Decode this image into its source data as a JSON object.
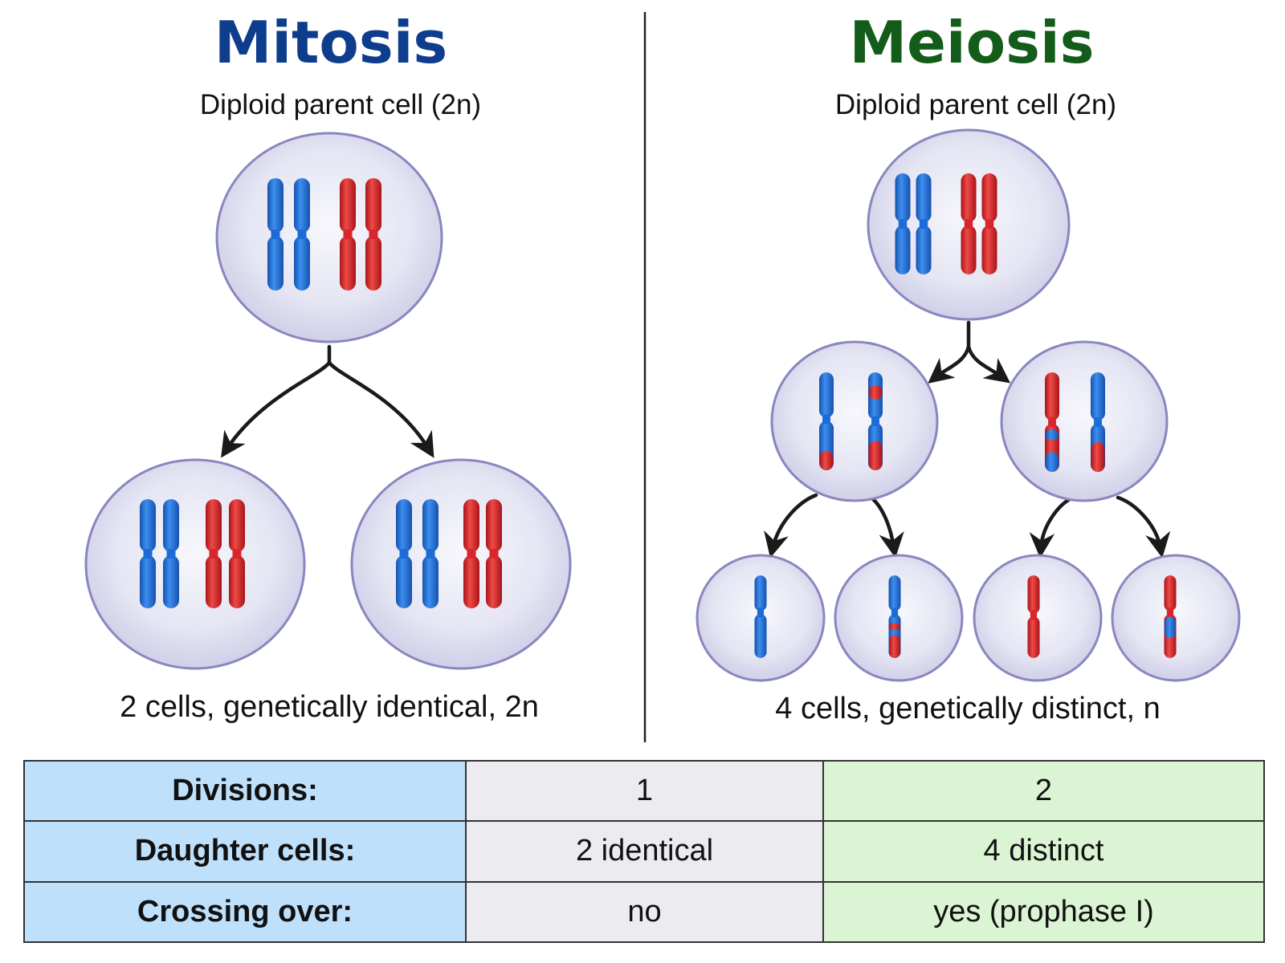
{
  "mitosis": {
    "title": "Mitosis",
    "subtitle": "Diploid parent cell (2n)",
    "caption": "2 cells, genetically identical, 2n"
  },
  "meiosis": {
    "title": "Meiosis",
    "subtitle": "Diploid parent cell (2n)",
    "caption": "4 cells, genetically distinct, n"
  },
  "colors": {
    "mitosis_title": "#0d3d8c",
    "meiosis_title": "#135c1a",
    "chromosome_blue": "#1d6bd6",
    "chromosome_red": "#d8262c",
    "cell_fill": "#dcdcf0",
    "cell_stroke": "#8a86bf",
    "table_label": "#bfe0fb",
    "table_mitosis": "#ececf0",
    "table_meiosis": "#dbf4d3"
  },
  "comparison": {
    "rows": [
      {
        "label": "Divisions:",
        "mitosis": "1",
        "meiosis": "2"
      },
      {
        "label": "Daughter cells:",
        "mitosis": "2 identical",
        "meiosis": "4 distinct"
      },
      {
        "label": "Crossing over:",
        "mitosis": "no",
        "meiosis": "yes (prophase I)"
      }
    ]
  }
}
